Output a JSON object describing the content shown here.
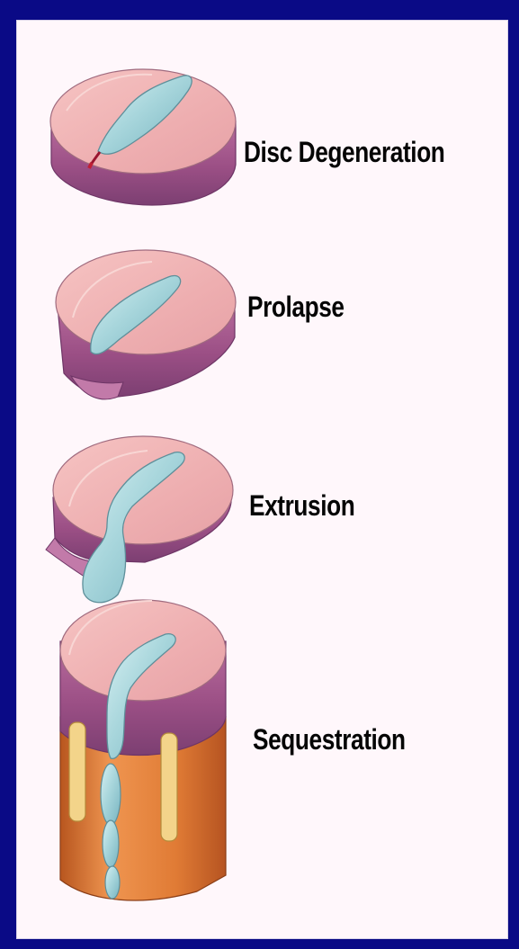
{
  "colors": {
    "background": "#0a0a86",
    "panel": "#fff7fb",
    "disc_top": "#f3b7b8",
    "disc_rim": "#a95b90",
    "nucleus": "#9fd0d7",
    "vertebra": "#de7d37"
  },
  "stages": [
    {
      "label": "Disc Degeneration",
      "illustration": "degenerated-disc"
    },
    {
      "label": "Prolapse",
      "illustration": "prolapsed-disc"
    },
    {
      "label": "Extrusion",
      "illustration": "extruded-disc"
    },
    {
      "label": "Sequestration",
      "illustration": "sequestered-disc"
    }
  ]
}
